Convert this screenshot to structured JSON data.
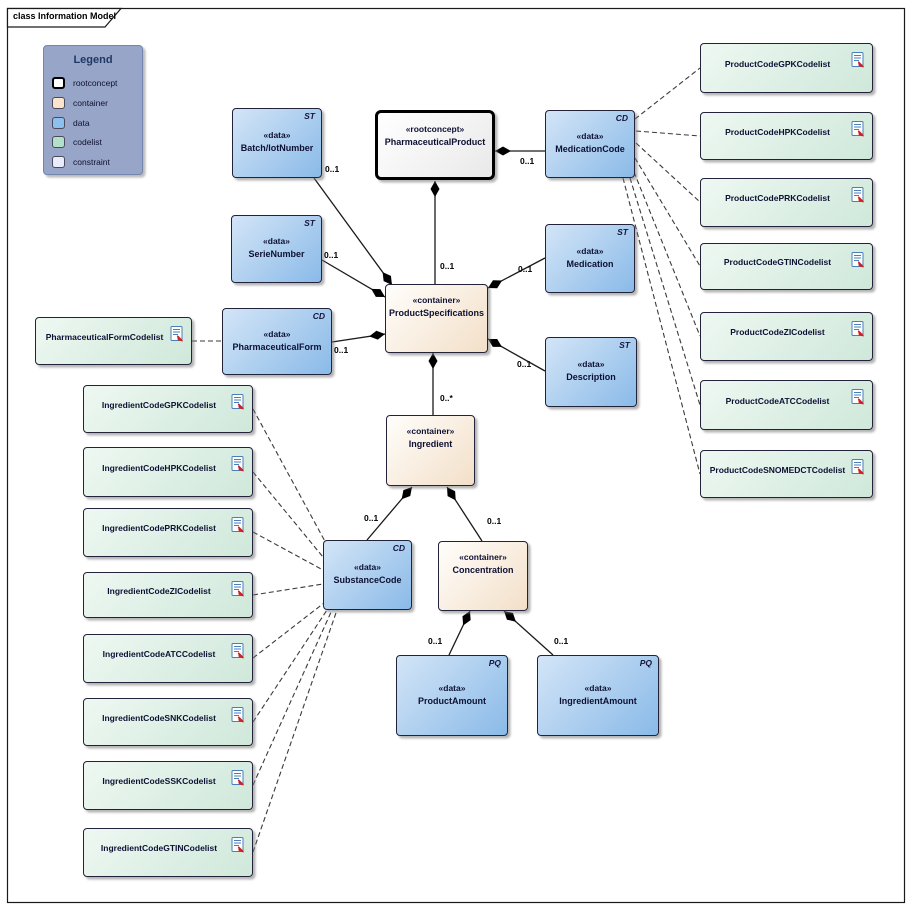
{
  "frame": {
    "title": "class Information Model"
  },
  "legend": {
    "title": "Legend",
    "items": [
      {
        "label": "rootconcept",
        "color": "#ffffff"
      },
      {
        "label": "container",
        "color": "#fbe3cd"
      },
      {
        "label": "data",
        "color": "#8cc1ef"
      },
      {
        "label": "codelist",
        "color": "#b2e0c8"
      },
      {
        "label": "constraint",
        "color": "#e9ecfa"
      }
    ]
  },
  "nodes": {
    "pharmaceuticalProduct": {
      "stereotype": "«rootconcept»",
      "name": "PharmaceuticalProduct"
    },
    "batchLotNumber": {
      "stereotype": "«data»",
      "name": "Batch/lotNumber",
      "tag": "ST"
    },
    "medicationCode": {
      "stereotype": "«data»",
      "name": "MedicationCode",
      "tag": "CD"
    },
    "serieNumber": {
      "stereotype": "«data»",
      "name": "SerieNumber",
      "tag": "ST"
    },
    "medication": {
      "stereotype": "«data»",
      "name": "Medication",
      "tag": "ST"
    },
    "productSpecifications": {
      "stereotype": "«container»",
      "name": "ProductSpecifications"
    },
    "pharmaceuticalForm": {
      "stereotype": "«data»",
      "name": "PharmaceuticalForm",
      "tag": "CD"
    },
    "description": {
      "stereotype": "«data»",
      "name": "Description",
      "tag": "ST"
    },
    "ingredient": {
      "stereotype": "«container»",
      "name": "Ingredient"
    },
    "substanceCode": {
      "stereotype": "«data»",
      "name": "SubstanceCode",
      "tag": "CD"
    },
    "concentration": {
      "stereotype": "«container»",
      "name": "Concentration"
    },
    "productAmount": {
      "stereotype": "«data»",
      "name": "ProductAmount",
      "tag": "PQ"
    },
    "ingredientAmount": {
      "stereotype": "«data»",
      "name": "IngredientAmount",
      "tag": "PQ"
    }
  },
  "codelists": {
    "pharmaceuticalForm": "PharmaceuticalFormCodelist",
    "product": [
      "ProductCodeGPKCodelist",
      "ProductCodeHPKCodelist",
      "ProductCodePRKCodelist",
      "ProductCodeGTINCodelist",
      "ProductCodeZICodelist",
      "ProductCodeATCCodelist",
      "ProductCodeSNOMEDCTCodelist"
    ],
    "ingredient": [
      "IngredientCodeGPKCodelist",
      "IngredientCodeHPKCodelist",
      "IngredientCodePRKCodelist",
      "IngredientCodeZICodelist",
      "IngredientCodeATCCodelist",
      "IngredientCodeSNKCodelist",
      "IngredientCodeSSKCodelist",
      "IngredientCodeGTINCodelist"
    ]
  },
  "multiplicity": {
    "zeroOrOne": "0..1",
    "zeroOrMany": "0..*"
  },
  "icons": {
    "codelist_icon": "document-icon"
  },
  "colors": {
    "data_fill": "#8cc1ef",
    "container_fill": "#f3dfc8",
    "codelist_fill": "#cfe8da",
    "rootconcept_fill": "#ffffff",
    "legend_bg": "#96a5c8",
    "line": "#1a1a1a"
  }
}
